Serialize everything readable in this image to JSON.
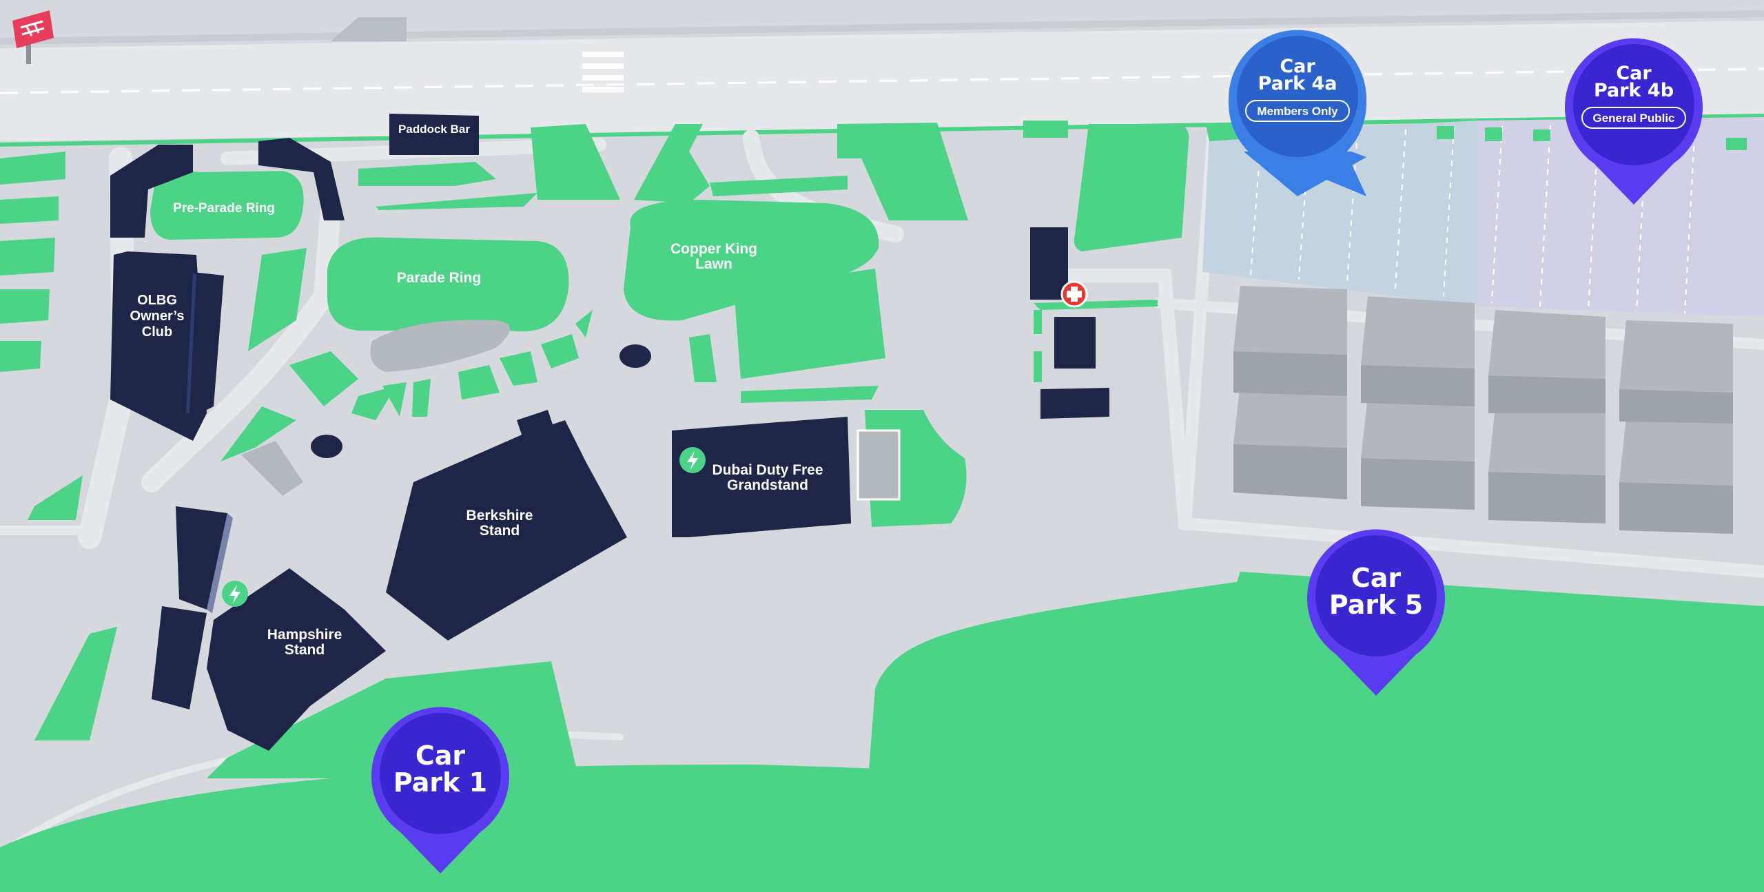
{
  "map": {
    "labels": {
      "paddock_bar": "Paddock Bar",
      "pre_parade_ring": "Pre-Parade Ring",
      "parade_ring": "Parade Ring",
      "olbg_1": "OLBG",
      "olbg_2": "Owner’s",
      "olbg_3": "Club",
      "copper_king_1": "Copper King",
      "copper_king_2": "Lawn",
      "berkshire_1": "Berkshire",
      "berkshire_2": "Stand",
      "hampshire_1": "Hampshire",
      "hampshire_2": "Stand",
      "dubai_1": "Dubai Duty Free",
      "dubai_2": "Grandstand"
    },
    "car_parks": {
      "cp4a": {
        "line1": "Car",
        "line2": "Park 4a",
        "badge": "Members Only"
      },
      "cp4b": {
        "line1": "Car",
        "line2": "Park 4b",
        "badge": "General Public"
      },
      "cp5": {
        "line1": "Car",
        "line2": "Park 5"
      },
      "cp1": {
        "line1": "Car",
        "line2": "Park 1"
      }
    },
    "icons": {
      "rail": "national-rail-icon",
      "ev": "ev-charging-icon",
      "first_aid": "first-aid-icon"
    },
    "colors": {
      "grass": "#4cd388",
      "building": "#1f2547",
      "road": "#e6e8eb",
      "ground": "#d5d8dd",
      "pin_blue": "#3a7ee6",
      "pin_purple": "#5a3cf0",
      "rail_red": "#e63d5c",
      "first_aid_red": "#e53935"
    }
  }
}
